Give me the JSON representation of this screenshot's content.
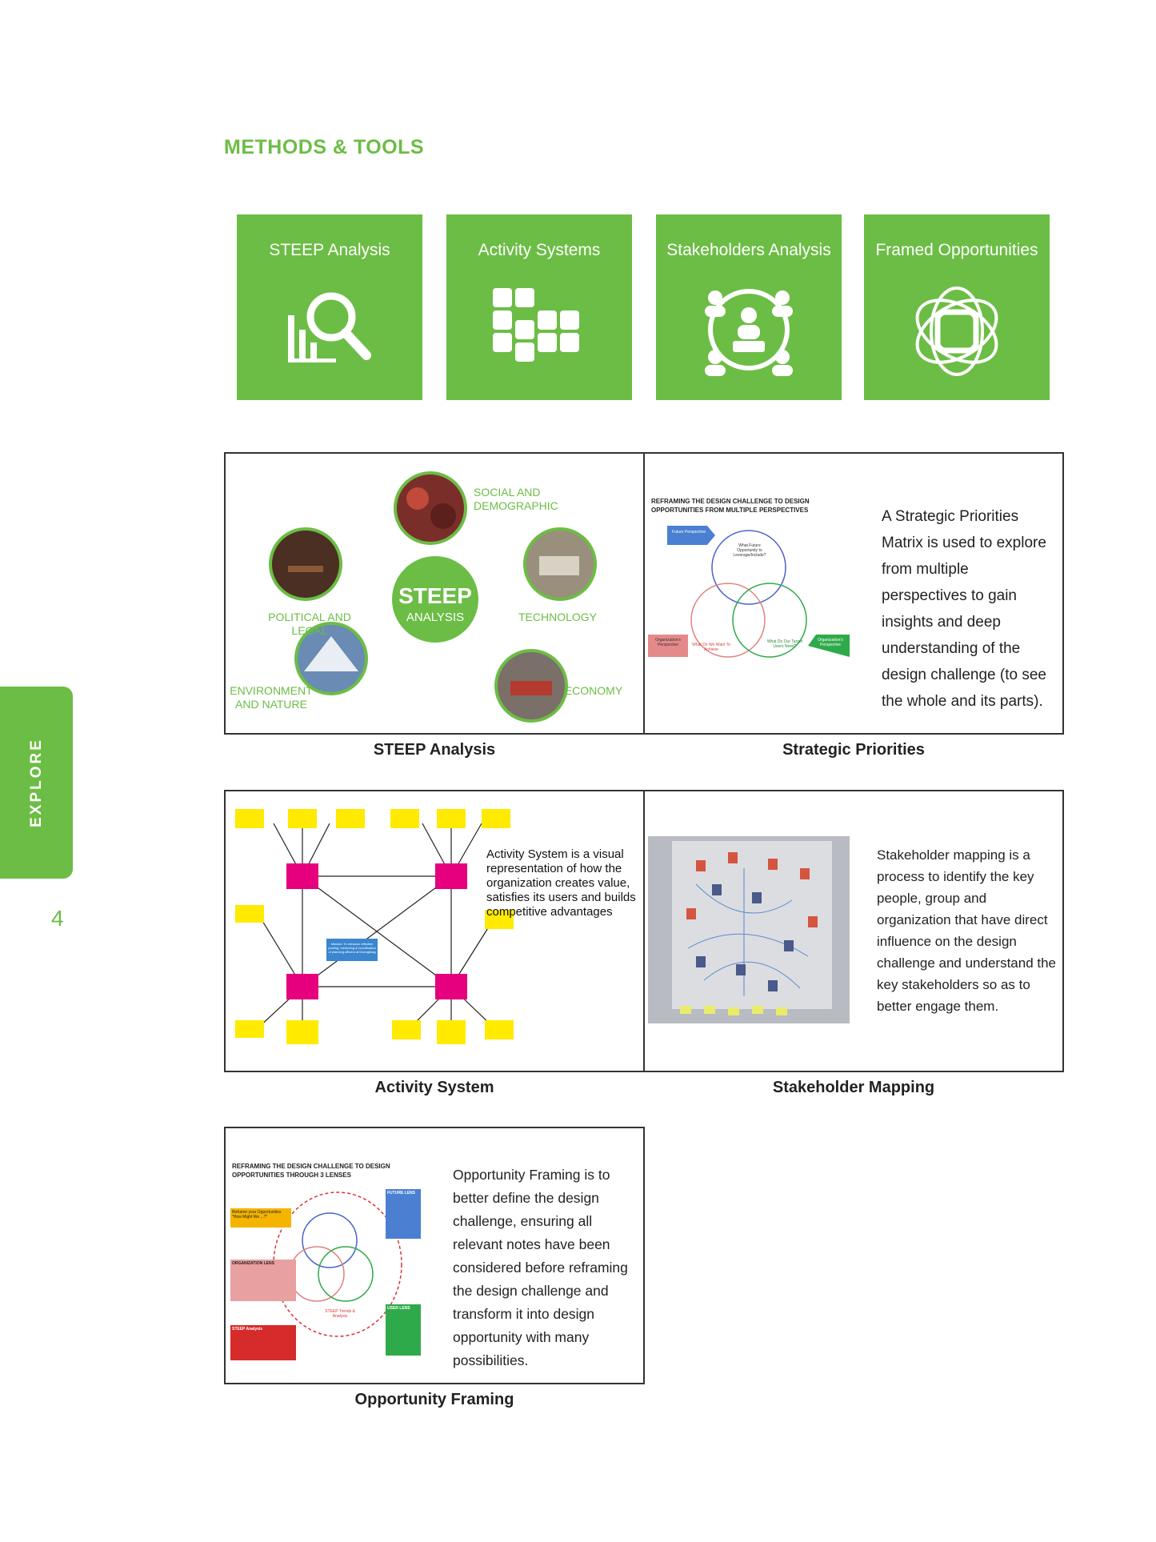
{
  "page": {
    "section_title": "METHODS & TOOLS",
    "side_tab": "EXPLORE",
    "page_number": "4"
  },
  "colors": {
    "brand_green": "#6cbd45",
    "magenta": "#e6007e",
    "yellow": "#ffea00"
  },
  "tiles": [
    {
      "label": "STEEP Analysis",
      "icon": "magnifier-chart-icon"
    },
    {
      "label": "Activity Systems",
      "icon": "blocks-grid-icon"
    },
    {
      "label": "Stakeholders Analysis",
      "icon": "group-circle-icon"
    },
    {
      "label": "Framed Opportunities",
      "icon": "woven-frame-icon"
    }
  ],
  "steep": {
    "center_title": "STEEP",
    "center_sub": "ANALYSIS",
    "labels": {
      "social": "SOCIAL AND DEMOGRAPHIC",
      "technology": "TECHNOLOGY",
      "economy": "ECONOMY",
      "environment": "ENVIRONMENT AND NATURE",
      "political": "POLITICAL AND LEGAL"
    },
    "caption": "STEEP Analysis"
  },
  "strategic": {
    "diagram_title": "REFRAMING THE DESIGN CHALLENGE TO DESIGN OPPORTUNITIES FROM MULTIPLE PERSPECTIVES",
    "future": "Future Perspective",
    "what_future": "What Future Opportunity to Leverage/Include?",
    "org_left": "Organization's Perspective",
    "want": "What Do We Want To Achieve",
    "users": "What Do Our Target Users Need?",
    "org_right": "Organization's Perspective",
    "text": "A Strategic Priorities Matrix is used to explore from multiple perspectives to gain insights and deep understanding of the design challenge (to  see the whole and its parts).",
    "caption": "Strategic Priorities"
  },
  "activity": {
    "text": "Activity System is a visual representation of how the organization creates value, satisfies its users and builds competitive advantages",
    "mission": "Mission: To enhance effective posting, mentoring & coordination of planning officers at Dzongkhag",
    "caption": "Activity System"
  },
  "stakeholder": {
    "text": "Stakeholder mapping is a process to identify the key people, group and organization that have direct influence on the design challenge and understand the key stakeholders so as to better engage them.",
    "caption": "Stakeholder Mapping"
  },
  "opportunity": {
    "diagram_title": "REFRAMING THE DESIGN CHALLENGE TO DESIGN OPPORTUNITIES THROUGH 3 LENSES",
    "reframe": "Reframe your Opportunities \"How Might We ...?\"",
    "org_lens": "ORGANIZATION LENS",
    "steep_box": "STEEP Analysis",
    "future_lens": "FUTURE LENS",
    "user_lens": "USER LENS",
    "steep_trends": "STEEP Trends & Analysis",
    "text": "Opportunity Framing is to better define the design challenge, ensuring all relevant notes have been considered before reframing the design challenge and transform it into design opportunity with many possibilities.",
    "caption": "Opportunity Framing"
  }
}
